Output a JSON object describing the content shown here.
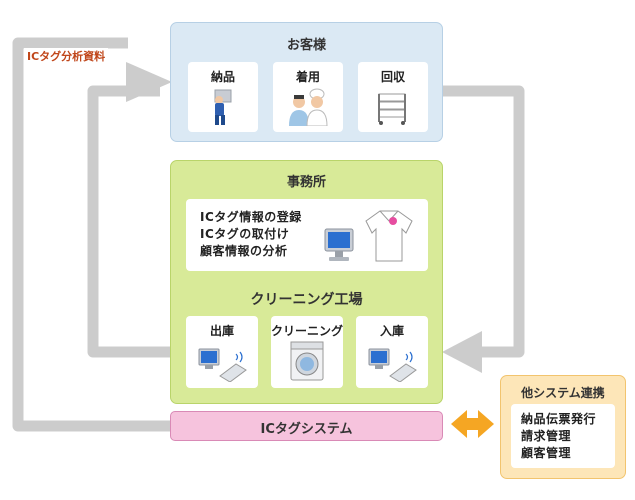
{
  "flow_label": "ICタグ分析資料",
  "customer": {
    "title": "お客様",
    "items": [
      {
        "label": "納品",
        "icon": "delivery-person-icon"
      },
      {
        "label": "着用",
        "icon": "wearers-icon"
      },
      {
        "label": "回収",
        "icon": "laundry-cart-icon"
      }
    ]
  },
  "office": {
    "title": "事務所",
    "tasks": [
      "ICタグ情報の登録",
      "ICタグの取付け",
      "顧客情報の分析"
    ],
    "factory_title": "クリーニング工場",
    "factory_items": [
      {
        "label": "出庫",
        "icon": "pc-scanner-icon"
      },
      {
        "label": "クリーニング",
        "icon": "washing-machine-icon"
      },
      {
        "label": "入庫",
        "icon": "pc-scanner-icon"
      }
    ]
  },
  "ic_system": {
    "label": "ICタグシステム"
  },
  "other": {
    "title": "他システム連携",
    "items": [
      "納品伝票発行",
      "請求管理",
      "顧客管理"
    ]
  },
  "colors": {
    "customer_bg": "#dbe9f4",
    "customer_border": "#b7d0e5",
    "office_bg": "#d8ea98",
    "office_border": "#b9d46a",
    "ic_bg": "#f6c3dd",
    "ic_border": "#d98ab6",
    "other_bg": "#fde6b8",
    "other_border": "#f2c46e",
    "arrow_gray": "#cccccc",
    "double_arrow": "#f5a623",
    "label_red": "#c0461a"
  }
}
